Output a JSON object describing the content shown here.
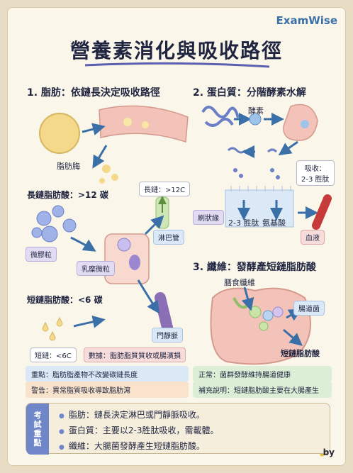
{
  "brand": "ExamWise",
  "title": "營養素消化與吸收路徑",
  "fat": {
    "heading": "1. 脂肪：依鏈長決定吸收路徑",
    "enzyme": "脂肪脢",
    "long_chain": "長鏈脂肪酸：>12 碳",
    "long_tag": "長鏈：>12C",
    "micelle": "微膠粒",
    "chylomicron": "乳糜微粒",
    "lymph": "淋巴管",
    "short_chain": "短鏈脂肪酸：<6 碳",
    "portal_vein": "門靜脈",
    "short_tag": "短鏈：<6C",
    "note_error": "數據：脂肪脂質質收或腸濱損",
    "key_point": "重點：脂肪脂產物不改變碳鏈長度",
    "warning": "警告：異常脂質吸收導致脂肪瀉"
  },
  "protein": {
    "heading": "2. 蛋白質：分階酵素水解",
    "enzyme": "酵素",
    "absorb": "吸收：\n2-3 胜肽",
    "brush_border": "刷狀緣",
    "peptide": "2-3 胜肽",
    "amino_acid": "氨基酸",
    "blood": "血液"
  },
  "fiber": {
    "heading": "3. 纖維：發酵產短鏈脂肪酸",
    "dietary_fiber": "膳食纖維",
    "gut_bacteria": "腸道菌",
    "scfa": "短鏈脂肪酸",
    "normal": "正常：菌群發酵維持腸道健康",
    "supplement": "補充說明：短鏈脂肪酸主要在大腸產生"
  },
  "summary": {
    "tag_chars": [
      "考",
      "試",
      "重",
      "點"
    ],
    "items": [
      "脂肪：鏈長決定淋巴或門靜脈吸收。",
      "蛋白質：主要以2-3胜肽吸收，需載體。",
      "纖維：大腸菌發酵產生短鏈脂肪酸。"
    ]
  },
  "byline": "by",
  "colors": {
    "accent": "#3b6fa8",
    "summary_tag": "#6f86c9",
    "vessel_red": "#c63a3a",
    "lymph_green": "#8fbf6a",
    "vein_purple": "#8a6fb6"
  },
  "icons": [
    "arrow-icon",
    "banana-icon",
    "stomach-icon",
    "intestine-icon"
  ]
}
